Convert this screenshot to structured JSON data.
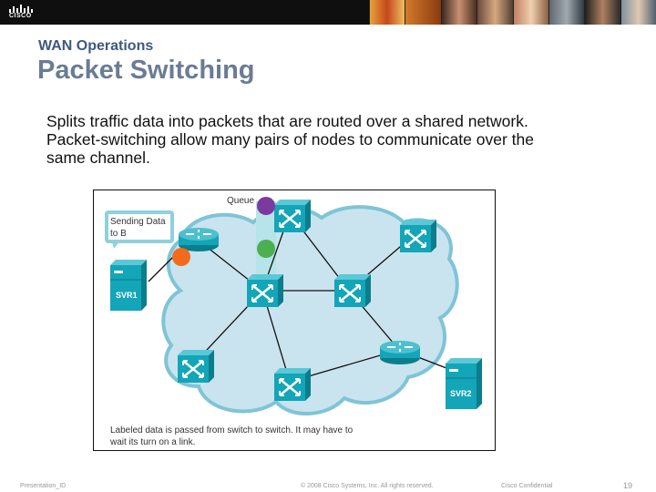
{
  "header": {
    "logo_text": "CISCO"
  },
  "section_label": "WAN Operations",
  "title": "Packet Switching",
  "body": {
    "line1": "Splits traffic data into packets that are routed over a shared network.",
    "line2": "Packet-switching allow many pairs of nodes to communicate over the",
    "line3": "same channel."
  },
  "diagram": {
    "queue_label": "Queue",
    "callout_line1": "Sending Data",
    "callout_line2": "to B",
    "server1_label": "SVR1",
    "server2_label": "SVR2",
    "caption_line1": "Labeled data is passed from switch to switch. It may have to",
    "caption_line2": "wait its turn on a link.",
    "colors": {
      "cloud": "#c9e4ee",
      "device": "#13a5b8",
      "queue_bar": "#b7e4e8",
      "purple_packet": "#7a3aa0",
      "green_packet": "#4caf50",
      "orange_packet": "#f26b1d"
    }
  },
  "footer": {
    "presentation_id": "Presentation_ID",
    "copyright": "© 2008 Cisco Systems, Inc. All rights reserved.",
    "confidential": "Cisco Confidential",
    "page_number": "19"
  }
}
